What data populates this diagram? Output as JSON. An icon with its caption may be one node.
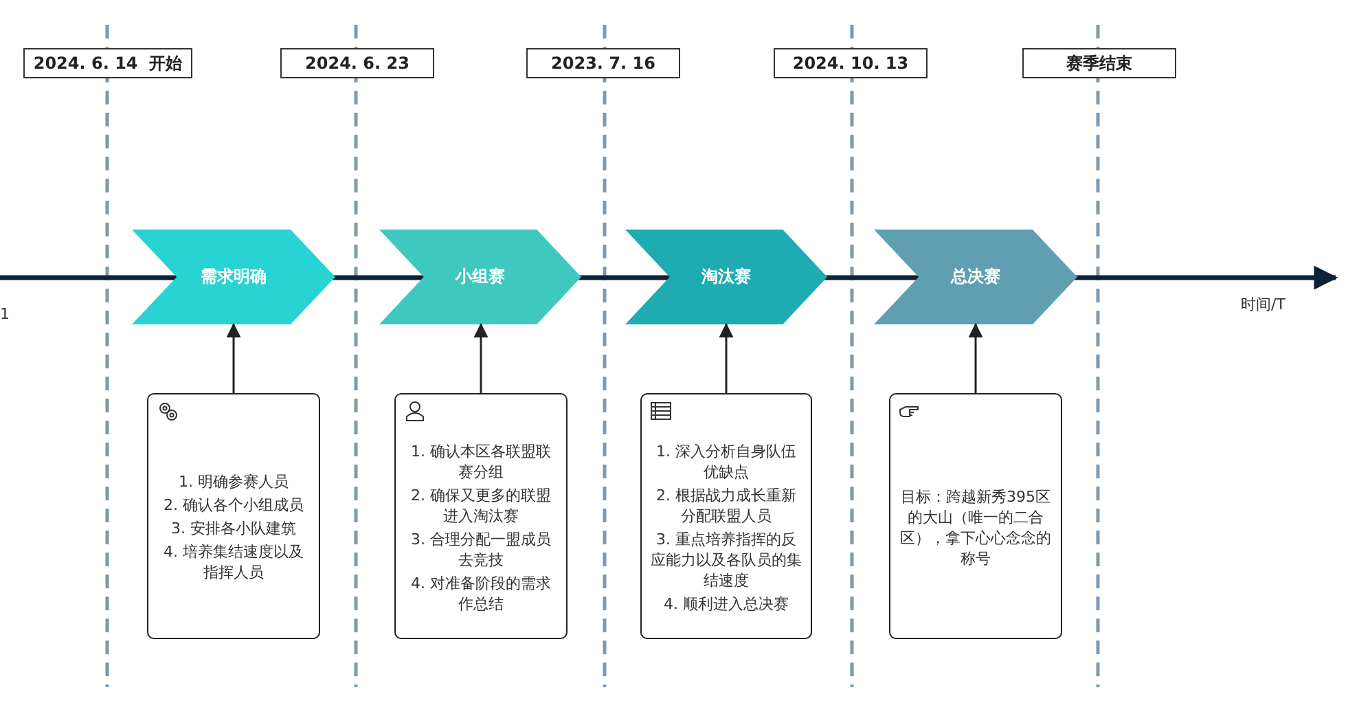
{
  "diagram": {
    "nodes": [
      {
        "text": [
          "2024. 6. 14  开始"
        ]
      },
      {
        "text": [
          "2024. 6. 23"
        ]
      },
      {
        "text": [
          "2023. 7. 16"
        ]
      },
      {
        "text": [
          "2024. 10. 13"
        ]
      },
      {
        "text": [
          "赛季结束"
        ]
      },
      {
        "text": [
          "需求明确"
        ]
      },
      {
        "text": [
          "小组赛"
        ]
      },
      {
        "text": [
          "淘汰赛"
        ]
      },
      {
        "text": [
          "总决赛"
        ]
      },
      {
        "text": [
          "1. 明确参赛人员",
          "2. 确认各个小组成员",
          "3. 安排各小队建筑",
          "4. 培养集结速度以及指挥人员"
        ]
      },
      {
        "text": [
          "1. 确认本区各联盟联赛分组",
          "2. 确保又更多的联盟进入淘汰赛",
          "3. 合理分配一盟成员去竞技",
          "4. 对准备阶段的需求作总结"
        ]
      },
      {
        "text": [
          "1. 深入分析自身队伍优缺点",
          "2. 根据战力成长重新分配联盟人员",
          "3. 重点培养指挥的反应能力以及各队员的集结速度",
          "4. 顺利进入总决赛"
        ]
      },
      {
        "text": [
          "目标：跨越新秀395区的大山（唯一的二合区），拿下心心念念的称号"
        ]
      }
    ],
    "edges": [
      {
        "from": 9,
        "to": 5,
        "arrow": "to"
      },
      {
        "from": 10,
        "to": 6,
        "arrow": "to"
      },
      {
        "from": 11,
        "to": 7,
        "arrow": "to"
      },
      {
        "from": 12,
        "to": 8,
        "arrow": "to"
      }
    ],
    "labels": [
      "1",
      "时间/T"
    ]
  }
}
